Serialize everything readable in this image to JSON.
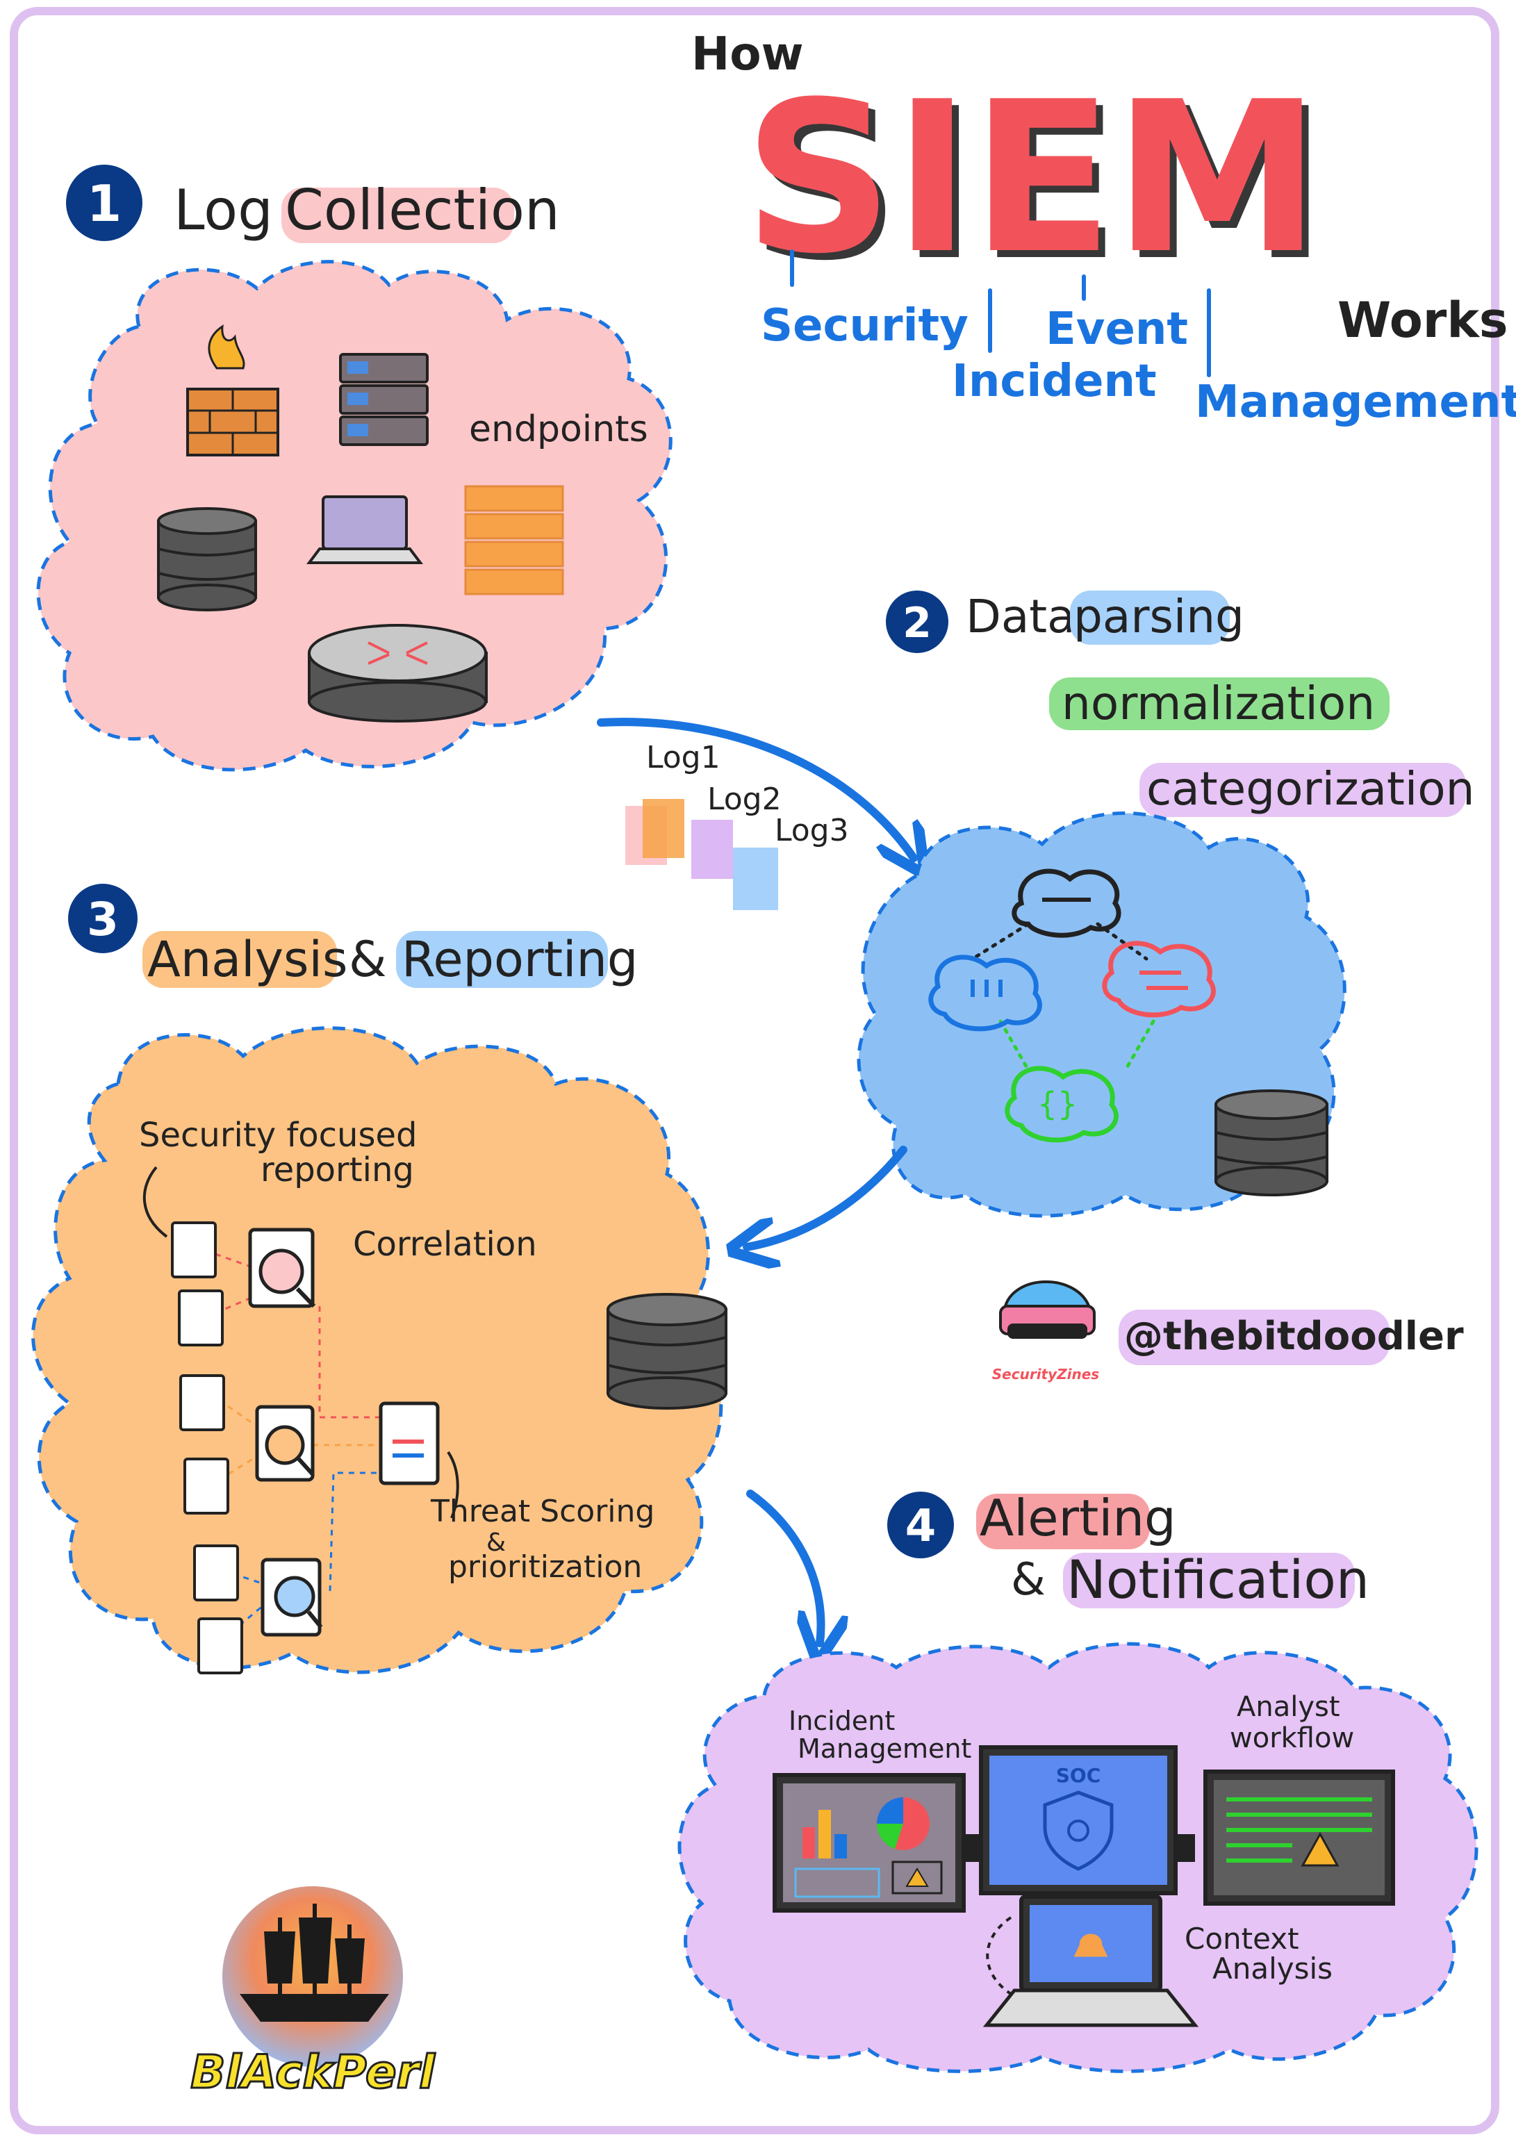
{
  "header": {
    "how": "How",
    "siem": "SIEM",
    "works": "Works",
    "acronym": [
      "Security",
      "Incident",
      "Event",
      "Management"
    ]
  },
  "sections": {
    "log_collection": {
      "number": "1",
      "title_a": "Log",
      "title_b": "Collection",
      "endpoints_label": "endpoints"
    },
    "data_parsing": {
      "number": "2",
      "line1_a": "Data",
      "line1_b": "parsing",
      "line2": "normalization",
      "line3": "categorization"
    },
    "analysis": {
      "number": "3",
      "title_a": "Analysis",
      "amp": "&",
      "title_b": "Reporting",
      "security_focused": "Security focused",
      "reporting": "reporting",
      "correlation": "Correlation",
      "threat_scoring": "Threat Scoring",
      "amp2": "&",
      "prioritization": "prioritization"
    },
    "alerting": {
      "number": "4",
      "title_a": "Alerting",
      "amp": "&",
      "title_b": "Notification",
      "incident_management_1": "Incident",
      "incident_management_2": "Management",
      "analyst_workflow_1": "Analyst",
      "analyst_workflow_2": "workflow",
      "context_analysis_1": "Context",
      "context_analysis_2": "Analysis",
      "soc": "SOC"
    }
  },
  "logs": [
    "Log1",
    "Log2",
    "Log3"
  ],
  "author": {
    "handle": "@thebitdoodler",
    "badge": "SecurityZines"
  },
  "logo": {
    "text": "BlAckPerl"
  },
  "colors": {
    "siem_red": "#f2535b",
    "acronym_blue": "#1a74e0",
    "frame_lilac": "#ddc0f0",
    "log_cloud": "#fcc7c9",
    "parse_cloud": "#8cc0f5",
    "analysis_cloud": "#fcc384",
    "alert_cloud": "#e6c4f5",
    "number_badge": "#0a3a86",
    "arrow_blue": "#1a74e0"
  }
}
